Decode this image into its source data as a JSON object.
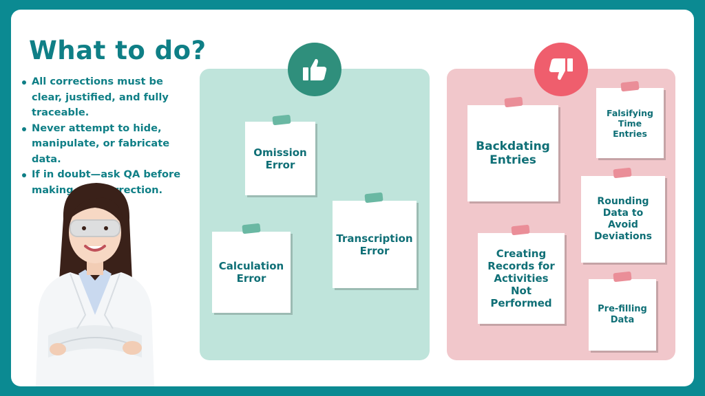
{
  "heading": "What to do?",
  "bullets": [
    "All corrections must be clear, justified, and fully traceable.",
    "Never attempt to hide, manipulate, or fabricate data.",
    "If in doubt—ask QA before making any correction."
  ],
  "do_notes": {
    "omission": "Omission Error",
    "transcription": "Transcription Error",
    "calculation": "Calculation Error"
  },
  "dont_notes": {
    "backdating": "Backdating Entries",
    "falsifying": "Falsifying Time Entries",
    "rounding": "Rounding Data to Avoid Deviations",
    "creating": "Creating Records for Activities Not Performed",
    "prefilling": "Pre-filling Data"
  },
  "icons": {
    "do": "thumbs-up-icon",
    "dont": "thumbs-down-icon"
  },
  "colors": {
    "frame": "#0b8a92",
    "heading": "#0f7f86",
    "do_panel": "#bfe4db",
    "dont_panel": "#f1c7cb",
    "do_badge": "#2f8f7c",
    "dont_badge": "#ef5e6d"
  }
}
